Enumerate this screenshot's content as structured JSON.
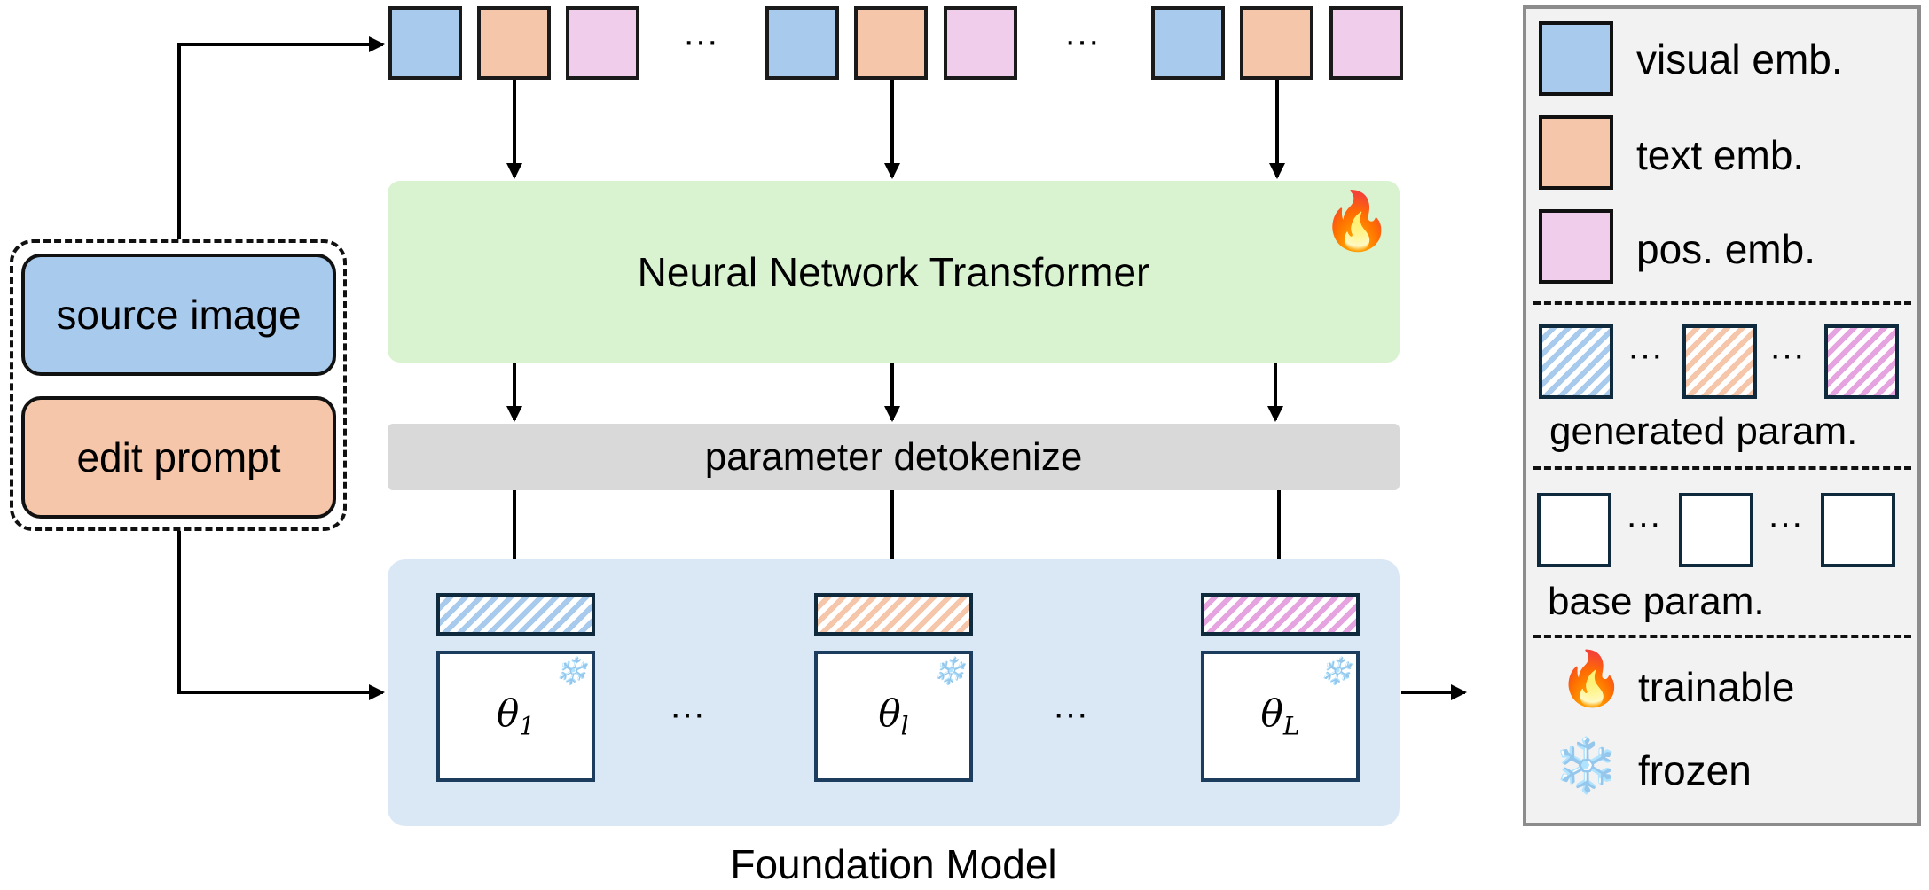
{
  "colors": {
    "visual_emb": "#a8caec",
    "text_emb": "#f5c6a9",
    "pos_emb": "#f1cdec",
    "transformer_bg": "#d9f2d0",
    "detokenize_bg": "#d9d9d9",
    "foundation_bg": "#dae8f6",
    "legend_bg": "#f2f2f2"
  },
  "inputs": {
    "source_image": "source image",
    "edit_prompt": "edit prompt"
  },
  "tokens": {
    "groups": [
      [
        "visual",
        "text",
        "pos"
      ],
      [
        "visual",
        "text",
        "pos"
      ],
      [
        "visual",
        "text",
        "pos"
      ]
    ],
    "ellipsis": "···"
  },
  "transformer": {
    "label": "Neural Network Transformer",
    "icon": "fire-icon",
    "icon_glyph": "🔥"
  },
  "detokenize": {
    "label": "parameter detokenize"
  },
  "foundation": {
    "label": "Foundation Model",
    "layers": [
      {
        "symbol": "θ",
        "sub": "1",
        "hatch": "blue"
      },
      {
        "symbol": "θ",
        "sub": "l",
        "hatch": "orange"
      },
      {
        "symbol": "θ",
        "sub": "L",
        "hatch": "pink"
      }
    ],
    "ellipsis": "···",
    "snow_glyph": "❄️"
  },
  "legend": {
    "visual": "visual emb.",
    "text": "text emb.",
    "pos": "pos. emb.",
    "generated": "generated param.",
    "base": "base param.",
    "trainable": "trainable",
    "frozen": "frozen",
    "ellipsis": "···",
    "fire_glyph": "🔥",
    "snow_glyph": "❄️"
  }
}
